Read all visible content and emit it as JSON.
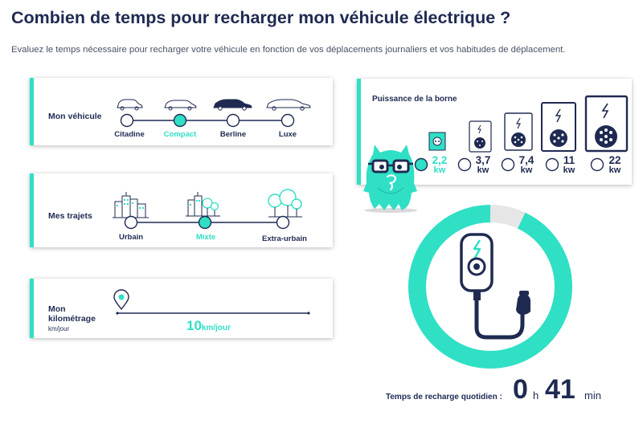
{
  "header": {
    "title": "Combien de temps pour recharger mon véhicule électrique ?",
    "subtitle": "Evaluez le temps nécessaire pour recharger votre véhicule en fonction de vos déplacements journaliers et vos habitudes de déplacement."
  },
  "vehicle": {
    "label": "Mon véhicule",
    "selected": "Compact",
    "options": [
      "Citadine",
      "Compact",
      "Berline",
      "Luxe"
    ]
  },
  "trips": {
    "label": "Mes trajets",
    "selected": "Mixte",
    "options": [
      "Urbain",
      "Mixte",
      "Extra-urbain"
    ]
  },
  "mileage": {
    "label": "Mon kilométrage",
    "sublabel": "km/jour",
    "value": "10",
    "unit": "km/jour"
  },
  "power": {
    "label": "Puissance de la borne",
    "selected": "2,2",
    "unit": "kw",
    "options": [
      "2,2",
      "3,7",
      "7,4",
      "11",
      "22"
    ]
  },
  "result": {
    "label": "Temps de recharge quotidien :",
    "hours": "0",
    "hours_unit": "h",
    "minutes": "41",
    "minutes_unit": "min",
    "gauge_fraction": 0.93
  },
  "colors": {
    "accent": "#2fe0c5",
    "navy": "#1f2a52",
    "gauge_track": "#e6e6e6"
  }
}
